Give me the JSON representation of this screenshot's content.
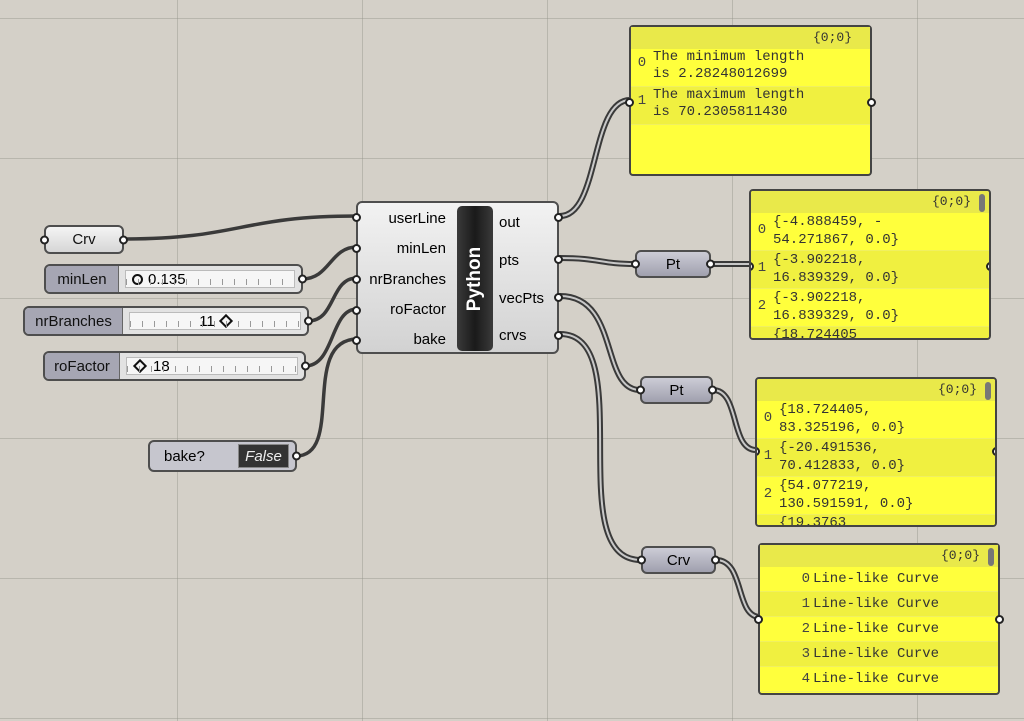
{
  "params": {
    "crv_param": "Crv",
    "pt_param_1": "Pt",
    "pt_param_2": "Pt",
    "crv_param_2": "Crv"
  },
  "sliders": {
    "minLen": {
      "label": "minLen",
      "value": "0.135"
    },
    "nrBranches": {
      "label": "nrBranches",
      "value": "11"
    },
    "roFactor": {
      "label": "roFactor",
      "value": "18"
    }
  },
  "toggle": {
    "label": "bake?",
    "value": "False"
  },
  "python": {
    "title": "Python",
    "inputs": [
      "userLine",
      "minLen",
      "nrBranches",
      "roFactor",
      "bake"
    ],
    "outputs": [
      "out",
      "pts",
      "vecPts",
      "crvs"
    ]
  },
  "panel_out": {
    "path": "{0;0}",
    "rows": [
      {
        "i": "0",
        "text": "The minimum length\nis 2.28248012699"
      },
      {
        "i": "1",
        "text": "The maximum length\nis 70.2305811430"
      }
    ]
  },
  "panel_pts": {
    "path": "{0;0}",
    "rows": [
      {
        "i": "0",
        "text": "{-4.888459, -\n54.271867, 0.0}"
      },
      {
        "i": "1",
        "text": "{-3.902218,\n16.839329, 0.0}"
      },
      {
        "i": "2",
        "text": "{-3.902218,\n16.839329, 0.0}"
      },
      {
        "i": "",
        "text": "{18.724405"
      }
    ]
  },
  "panel_vec": {
    "path": "{0;0}",
    "rows": [
      {
        "i": "0",
        "text": "{18.724405,\n83.325196, 0.0}"
      },
      {
        "i": "1",
        "text": "{-20.491536,\n70.412833, 0.0}"
      },
      {
        "i": "2",
        "text": "{54.077219,\n130.591591, 0.0}"
      },
      {
        "i": "",
        "text": "{19.3763"
      }
    ]
  },
  "panel_crvs": {
    "path": "{0;0}",
    "rows": [
      {
        "i": "0",
        "text": "Line-like Curve"
      },
      {
        "i": "1",
        "text": "Line-like Curve"
      },
      {
        "i": "2",
        "text": "Line-like Curve"
      },
      {
        "i": "3",
        "text": "Line-like Curve"
      },
      {
        "i": "4",
        "text": "Line-like Curve"
      }
    ]
  }
}
